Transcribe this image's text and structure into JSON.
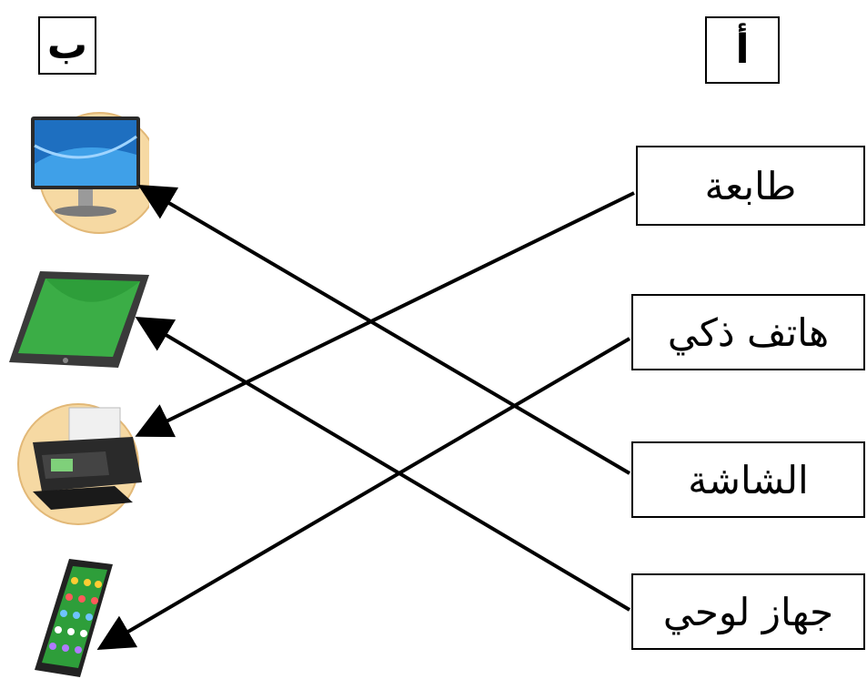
{
  "headers": {
    "left": "ب",
    "right": "أ"
  },
  "terms": [
    {
      "label": "طابعة",
      "matches": "printer"
    },
    {
      "label": "هاتف ذكي",
      "matches": "smartphone"
    },
    {
      "label": "الشاشة",
      "matches": "monitor"
    },
    {
      "label": "جهاز لوحي",
      "matches": "tablet"
    }
  ],
  "devices": [
    {
      "icon": "monitor-icon"
    },
    {
      "icon": "tablet-icon"
    },
    {
      "icon": "printer-icon"
    },
    {
      "icon": "smartphone-icon"
    }
  ],
  "colors": {
    "line": "#000000",
    "screen_blue": "#1e6fc0",
    "screen_green": "#2e9e3a",
    "badge": "#f6d9a3"
  }
}
